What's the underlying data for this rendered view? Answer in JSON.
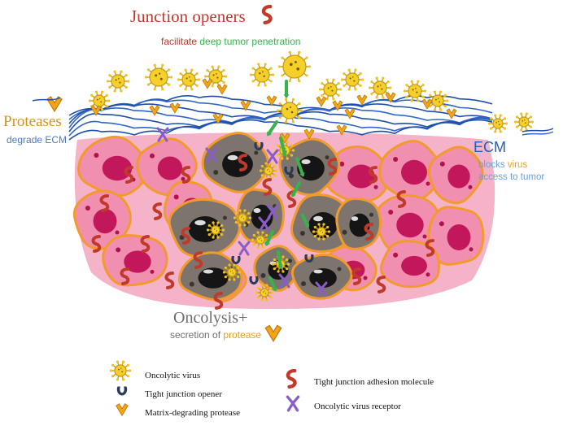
{
  "title": {
    "main": "Junction openers",
    "sub_word1": "facilitate",
    "sub_word2": "deep tumor penetration"
  },
  "protease_label": {
    "main": "Proteases",
    "sub": "degrade ECM"
  },
  "ecm_label": {
    "main": "ECM",
    "sub_line1_a": "blocks",
    "sub_line1_b": "virus",
    "sub_line2": "access to tumor"
  },
  "oncolysis_label": {
    "main": "Oncolysis+",
    "sub_a": "secretion of",
    "sub_b": "protease"
  },
  "legend": {
    "virus": "Oncolytic virus",
    "opener": "Tight junction opener",
    "protease": "Matrix-degrading protease",
    "adhesion": "Tight junction adhesion molecule",
    "receptor": "Oncolytic virus receptor"
  },
  "colors": {
    "junction_red": "#c0392b",
    "penetration_green": "#37b24d",
    "protease_orange": "#e3a21a",
    "ecm_blue": "#1f5fbf",
    "receptor_purple": "#8a5cc8",
    "opener_navy": "#2b3a5c",
    "normal_cell_pink": "#e86f9a",
    "tumor_cell_gray": "#7d756d"
  }
}
